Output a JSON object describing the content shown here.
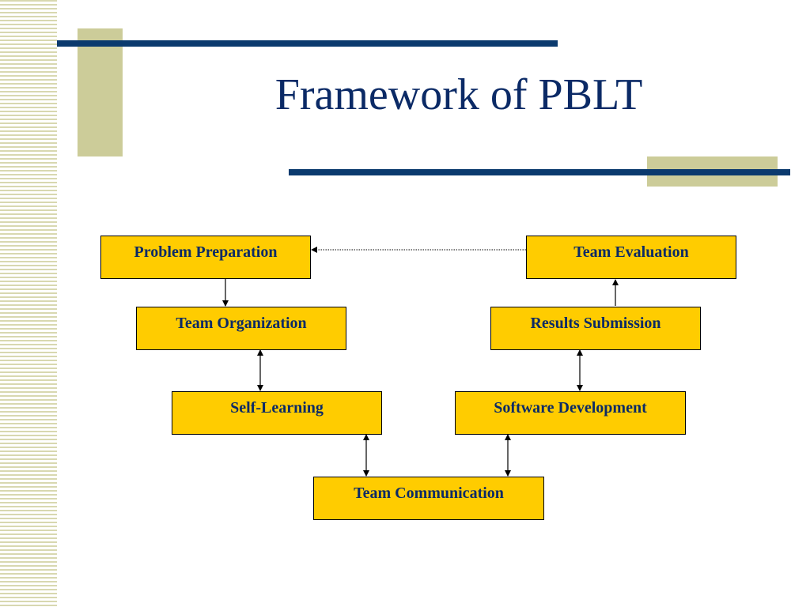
{
  "slide": {
    "title": "Framework of PBLT"
  },
  "colors": {
    "title": "#0b2a66",
    "bar": "#0b3a6e",
    "accent": "#cccc99",
    "node_fill": "#ffcc00",
    "node_text": "#0b2a66",
    "stripes": "#d8d8b0"
  },
  "diagram": {
    "nodes": [
      {
        "id": "problem-preparation",
        "label": "Problem Preparation"
      },
      {
        "id": "team-organization",
        "label": "Team Organization"
      },
      {
        "id": "self-learning",
        "label": "Self-Learning"
      },
      {
        "id": "team-communication",
        "label": "Team Communication"
      },
      {
        "id": "software-development",
        "label": "Software Development"
      },
      {
        "id": "results-submission",
        "label": "Results Submission"
      },
      {
        "id": "team-evaluation",
        "label": "Team Evaluation"
      }
    ],
    "edges": [
      {
        "from": "problem-preparation",
        "to": "team-organization",
        "style": "solid",
        "direction": "forward"
      },
      {
        "from": "team-organization",
        "to": "self-learning",
        "style": "solid",
        "direction": "both"
      },
      {
        "from": "self-learning",
        "to": "team-communication",
        "style": "solid",
        "direction": "both"
      },
      {
        "from": "team-communication",
        "to": "software-development",
        "style": "solid",
        "direction": "both"
      },
      {
        "from": "software-development",
        "to": "results-submission",
        "style": "solid",
        "direction": "both"
      },
      {
        "from": "results-submission",
        "to": "team-evaluation",
        "style": "solid",
        "direction": "forward"
      },
      {
        "from": "team-evaluation",
        "to": "problem-preparation",
        "style": "dotted",
        "direction": "forward"
      }
    ]
  }
}
